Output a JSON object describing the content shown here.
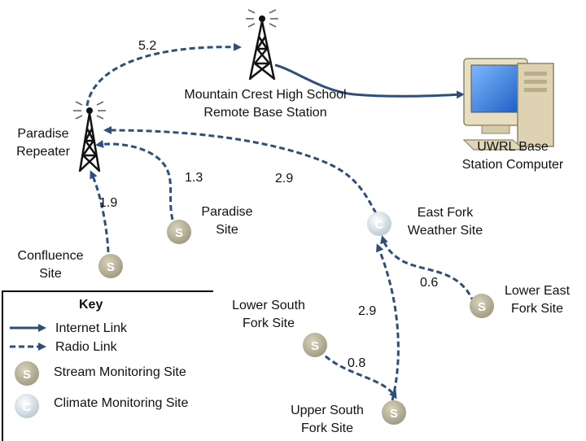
{
  "nodes": {
    "mountain_crest": "Mountain Crest High School\nRemote Base Station",
    "paradise_repeater": "Paradise\nRepeater",
    "uwrl": "UWRL Base\nStation Computer",
    "paradise_site": "Paradise\nSite",
    "east_fork": "East Fork\nWeather Site",
    "confluence": "Confluence\nSite",
    "lower_east_fork": "Lower East\nFork Site",
    "lower_south_fork": "Lower South\nFork Site",
    "upper_south_fork": "Upper South\nFork Site"
  },
  "distances": {
    "repeater_to_mountain": "5.2",
    "paradise_to_repeater": "1.3",
    "eastfork_to_repeater": "2.9",
    "confluence_to_repeater": "1.9",
    "lowereast_to_eastfork": "0.6",
    "upper_to_eastfork": "2.9",
    "lowersouth_to_upper": "0.8"
  },
  "badges": {
    "stream": "S",
    "climate": "C"
  },
  "key": {
    "title": "Key",
    "internet_link": "Internet Link",
    "radio_link": "Radio Link",
    "stream_site": "Stream Monitoring Site",
    "climate_site": "Climate Monitoring Site"
  },
  "colors": {
    "internet_link": "#2e4f7a",
    "radio_link": "#2e4f7a",
    "stream_badge": "#b9b29a",
    "climate_badge": "#dde8ee",
    "monitor_screen": "#2f7de0",
    "computer_body": "#e8dfc2"
  },
  "icons": {
    "tower": "radio-tower-icon",
    "computer": "computer-icon"
  }
}
